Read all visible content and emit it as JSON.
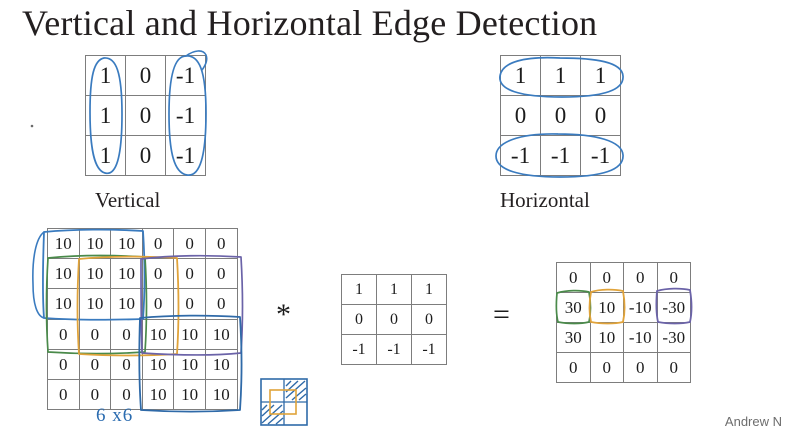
{
  "slide": {
    "title": "Vertical and Horizontal Edge Detection",
    "author_credit": "Andrew N",
    "background_color": "#ffffff",
    "title_color": "#231f20"
  },
  "filters": {
    "vertical": {
      "caption": "Vertical",
      "rows": [
        [
          "1",
          "0",
          "-1"
        ],
        [
          "1",
          "0",
          "-1"
        ],
        [
          "1",
          "0",
          "-1"
        ]
      ],
      "annotation_color": "#3a7bbf",
      "annotation_note": "blue ellipses around column 1 and column 3"
    },
    "horizontal": {
      "caption": "Horizontal",
      "rows": [
        [
          "1",
          "1",
          "1"
        ],
        [
          "0",
          "0",
          "0"
        ],
        [
          "-1",
          "-1",
          "-1"
        ]
      ],
      "annotation_color": "#3a7bbf",
      "annotation_note": "blue ellipses around row 1 and row 3"
    }
  },
  "convolution": {
    "star_symbol": "*",
    "equals_symbol": "=",
    "input": {
      "size_label": "6 x6",
      "rows": [
        [
          "10",
          "10",
          "10",
          "0",
          "0",
          "0"
        ],
        [
          "10",
          "10",
          "10",
          "0",
          "0",
          "0"
        ],
        [
          "10",
          "10",
          "10",
          "0",
          "0",
          "0"
        ],
        [
          "0",
          "0",
          "0",
          "10",
          "10",
          "10"
        ],
        [
          "0",
          "0",
          "0",
          "10",
          "10",
          "10"
        ],
        [
          "0",
          "0",
          "0",
          "10",
          "10",
          "10"
        ]
      ]
    },
    "kernel": {
      "rows": [
        [
          "1",
          "1",
          "1"
        ],
        [
          "0",
          "0",
          "0"
        ],
        [
          "-1",
          "-1",
          "-1"
        ]
      ]
    },
    "output": {
      "rows": [
        [
          "0",
          "0",
          "0",
          "0"
        ],
        [
          "30",
          "10",
          "-10",
          "-30"
        ],
        [
          "30",
          "10",
          "-10",
          "-30"
        ],
        [
          "0",
          "0",
          "0",
          "0"
        ]
      ]
    }
  },
  "ink_annotations": {
    "colors": {
      "blue": "#3a7bbf",
      "green": "#4a8a4a",
      "orange": "#e0a33a",
      "purple": "#6b63a8",
      "blue_dark": "#2f6aa8"
    },
    "regions": [
      {
        "name": "input-window-blue",
        "color": "#3a7bbf",
        "cells": "rows 1-3, cols 1-3"
      },
      {
        "name": "input-window-green",
        "color": "#4a8a4a",
        "cells": "rows 2-4, cols 1-3"
      },
      {
        "name": "input-window-orange",
        "color": "#e0a33a",
        "cells": "rows 2-4, cols 2-4"
      },
      {
        "name": "input-window-purple",
        "color": "#6b63a8",
        "cells": "rows 2-4, cols 4-6"
      },
      {
        "name": "input-window-blue2",
        "color": "#2f6aa8",
        "cells": "rows 4-6, cols 4-6"
      },
      {
        "name": "output-cell-green",
        "color": "#4a8a4a",
        "cells": "row 2, col 1 (30)"
      },
      {
        "name": "output-cell-orange",
        "color": "#e0a33a",
        "cells": "row 2, col 2 (10)"
      },
      {
        "name": "output-cell-purple",
        "color": "#6b63a8",
        "cells": "row 2, col 4 (-30)"
      }
    ],
    "thumbnail_note": "small hatched sketch of the image split diagonally"
  }
}
